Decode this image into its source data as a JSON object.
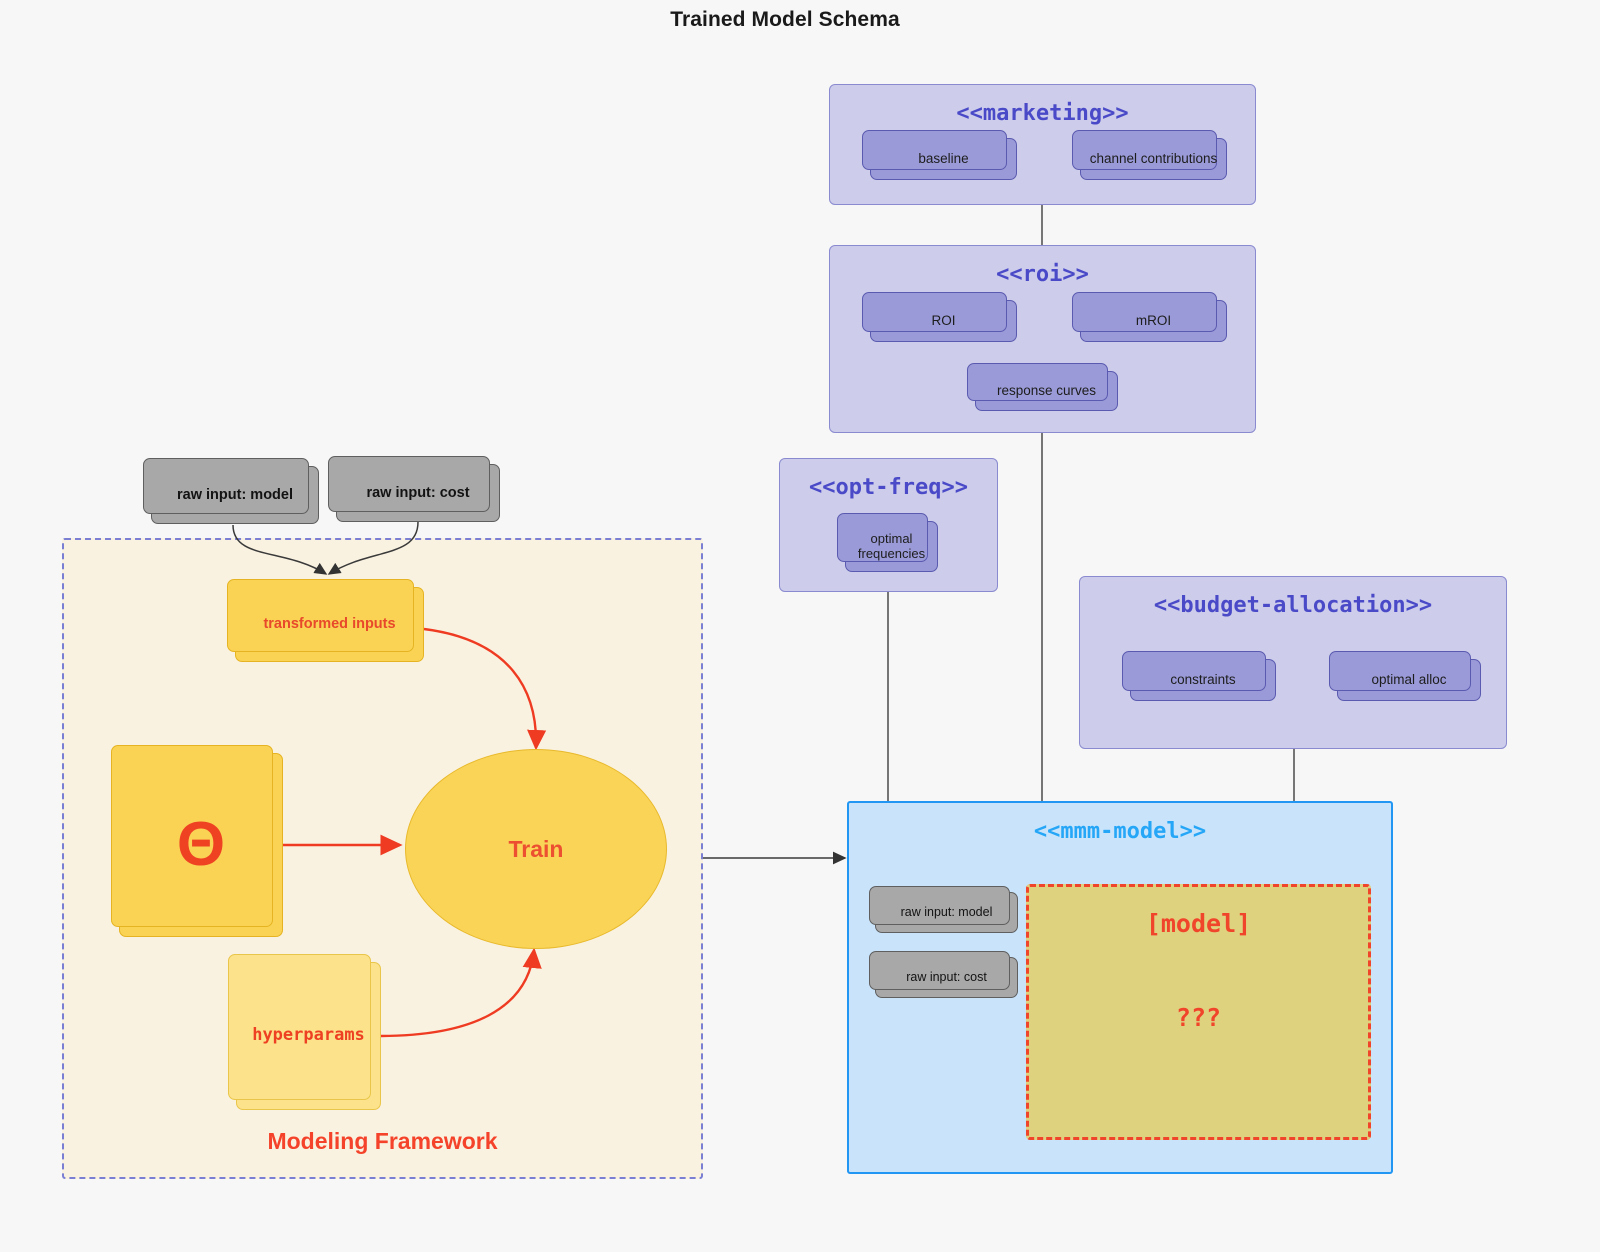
{
  "page": {
    "title": "Trained Model Schema",
    "background": "#f7f7f7"
  },
  "colors": {
    "package_fill": "#cdcdeb",
    "package_border": "#8a8ad0",
    "package_title": "#4a4ac8",
    "node_purple_fill": "#9a9ad8",
    "node_purple_border": "#5a5ab0",
    "node_gray_fill": "#a8a8a8",
    "node_gray_border": "#5f5f5f",
    "node_yellow_fill": "#fad355",
    "node_yellow_border": "#e6b422",
    "framework_fill": "#faf2e0",
    "framework_border": "#7b7fd4",
    "mmm_fill": "#c9e4fa",
    "mmm_border": "#2196f3",
    "mmm_title": "#25a6f7",
    "accent_red": "#ef4222",
    "model_region_fill": "#dfd27f",
    "model_region_border": "#f0452a",
    "connector_gray": "#4a4a4a",
    "arrow_purple": "#5a5ab0"
  },
  "framework": {
    "label": "Modeling Framework",
    "raw_inputs": [
      {
        "label": "raw input: model"
      },
      {
        "label": "raw input: cost"
      }
    ],
    "transformed_inputs": {
      "label": "transformed inputs"
    },
    "theta": {
      "label": "Θ"
    },
    "hyperparams": {
      "label": "hyperparams"
    },
    "train": {
      "label": "Train"
    }
  },
  "packages": {
    "marketing": {
      "title": "<<marketing>>",
      "nodes": [
        {
          "label": "baseline"
        },
        {
          "label": "channel contributions"
        }
      ],
      "relation": "bidirectional"
    },
    "roi": {
      "title": "<<roi>>",
      "nodes": [
        {
          "label": "ROI"
        },
        {
          "label": "mROI"
        },
        {
          "label": "response curves"
        }
      ],
      "relation": "bidirectional"
    },
    "opt_freq": {
      "title": "<<opt-freq>>",
      "nodes": [
        {
          "label": "optimal frequencies",
          "line1": "optimal",
          "line2": "frequencies"
        }
      ]
    },
    "budget_allocation": {
      "title": "<<budget-allocation>>",
      "nodes": [
        {
          "label": "constraints"
        },
        {
          "label": "optimal alloc"
        }
      ],
      "relation": "bidirectional"
    },
    "mmm_model": {
      "title": "<<mmm-model>>",
      "raw_inputs": [
        {
          "label": "raw input: model"
        },
        {
          "label": "raw input: cost"
        }
      ],
      "model_region": {
        "title": "[model]",
        "question": "???"
      }
    }
  }
}
